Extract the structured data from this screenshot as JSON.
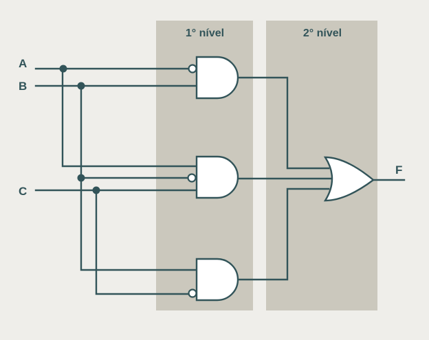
{
  "diagram": {
    "levels": {
      "first": "1° nível",
      "second": "2° nível"
    },
    "inputs": {
      "a": "A",
      "b": "B",
      "c": "C"
    },
    "output": "F",
    "gates": [
      {
        "id": "and-1",
        "type": "AND",
        "level": 1,
        "inputs": [
          "NOT A",
          "B"
        ]
      },
      {
        "id": "and-2",
        "type": "AND",
        "level": 1,
        "inputs": [
          "A",
          "NOT B",
          "C"
        ]
      },
      {
        "id": "and-3",
        "type": "AND",
        "level": 1,
        "inputs": [
          "B",
          "NOT C"
        ]
      },
      {
        "id": "or-1",
        "type": "OR",
        "level": 2,
        "inputs": [
          "and-1",
          "and-2",
          "and-3"
        ],
        "output": "F"
      }
    ]
  }
}
